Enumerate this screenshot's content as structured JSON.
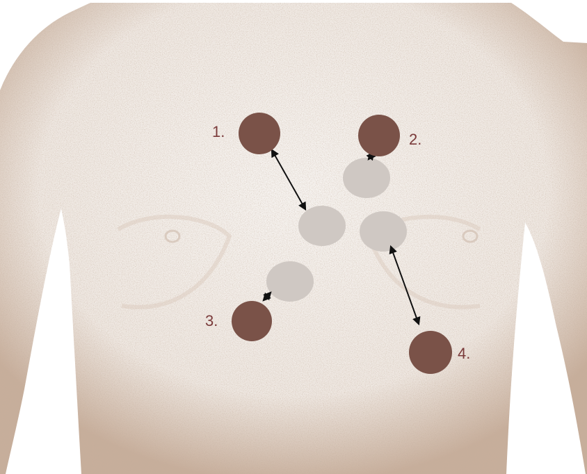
{
  "colors": {
    "background": "#ffffff",
    "skin_base": "#f4f0ec",
    "skin_speckle": "#8a6a55",
    "skin_shadow": "#b59a86",
    "dark_pad": "#7a5248",
    "light_pad": "#cfc8c3",
    "label": "#7a3a3a",
    "arrow": "#111111"
  },
  "markers": [
    {
      "label": "1.",
      "pad_type": "dark"
    },
    {
      "label": "2.",
      "pad_type": "dark"
    },
    {
      "label": "3.",
      "pad_type": "dark"
    },
    {
      "label": "4.",
      "pad_type": "dark"
    }
  ],
  "connections": [
    {
      "from_marker": "1.",
      "to": "light-pad-center-left"
    },
    {
      "from_marker": "2.",
      "to": "light-pad-upper-right"
    },
    {
      "from_marker": "3.",
      "to": "light-pad-lower-left"
    },
    {
      "from_marker": "4.",
      "to": "light-pad-center-right"
    }
  ]
}
